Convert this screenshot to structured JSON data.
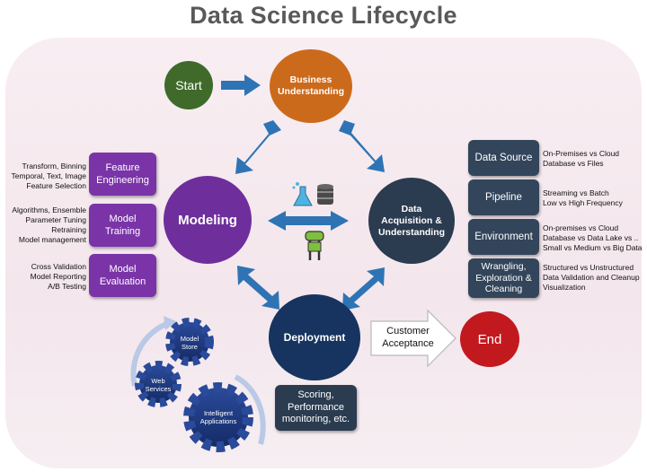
{
  "title": "Data Science Lifecycle",
  "nodes": {
    "start": "Start",
    "business": [
      "Business",
      "Understanding"
    ],
    "modeling": "Modeling",
    "acquisition": [
      "Data",
      "Acquisition &",
      "Understanding"
    ],
    "deployment": "Deployment",
    "end": "End"
  },
  "customer_acceptance": [
    "Customer",
    "Acceptance"
  ],
  "scoring": [
    "Scoring,",
    "Performance",
    "monitoring, etc."
  ],
  "modeling_steps": [
    {
      "label": [
        "Feature",
        "Engineering"
      ],
      "notes": [
        "Transform, Binning",
        "Temporal, Text, Image",
        "Feature Selection"
      ]
    },
    {
      "label": [
        "Model",
        "Training"
      ],
      "notes": [
        "Algorithms, Ensemble",
        "Parameter Tuning",
        "Retraining",
        "Model management"
      ]
    },
    {
      "label": [
        "Model",
        "Evaluation"
      ],
      "notes": [
        "Cross Validation",
        "Model Reporting",
        "A/B Testing"
      ]
    }
  ],
  "data_steps": [
    {
      "label": [
        "Data Source"
      ],
      "notes": [
        "On-Premises vs Cloud",
        "Database vs Files"
      ]
    },
    {
      "label": [
        "Pipeline"
      ],
      "notes": [
        "Streaming vs Batch",
        "Low vs High Frequency"
      ]
    },
    {
      "label": [
        "Environment"
      ],
      "notes": [
        "On-premises vs Cloud",
        "Database vs Data Lake  vs ..",
        "Small vs Medium vs Big Data"
      ]
    },
    {
      "label": [
        "Wrangling,",
        "Exploration &",
        "Cleaning"
      ],
      "notes": [
        "Structured vs Unstructured",
        "Data Validation and Cleanup",
        "Visualization"
      ]
    }
  ],
  "gears": {
    "model_store": [
      "Model",
      "Store"
    ],
    "web_services": [
      "Web",
      "Services"
    ],
    "intelligent_apps": [
      "Intelligent",
      "Applications"
    ]
  },
  "icons": [
    "flask-icon",
    "database-icon",
    "science-robot-icon"
  ],
  "colors": {
    "start": "#3f6a2a",
    "business": "#cc6a1c",
    "modeling": "#6e2f9c",
    "modeling_box": "#7a34a8",
    "acquisition": "#2b3b50",
    "data_box": "#33455b",
    "deployment": "#16345f",
    "end": "#c2191f",
    "arrow": "#2e74b5",
    "gear": "#1d3473"
  }
}
